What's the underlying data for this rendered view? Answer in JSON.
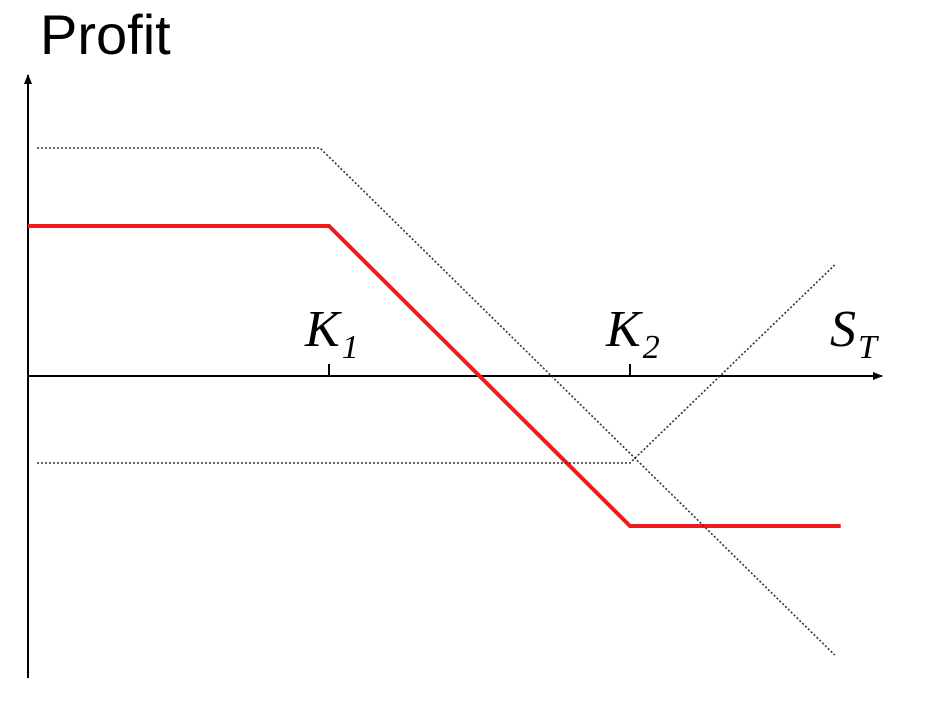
{
  "chart_data": {
    "type": "line",
    "ylabel": "Profit",
    "xlabel": {
      "main": "S",
      "sub": "T"
    },
    "ticks": [
      {
        "main": "K",
        "sub": "1",
        "x": 1
      },
      {
        "main": "K",
        "sub": "2",
        "x": 2
      }
    ],
    "xlim": [
      0,
      2.7
    ],
    "ylim": [
      -1.1,
      1.1
    ],
    "series": [
      {
        "role": "net-payoff",
        "style": "solid",
        "color": "#ee1c1c",
        "x": [
          0,
          1,
          2,
          2.7
        ],
        "y": [
          0.5,
          0.5,
          -0.5,
          -0.5
        ]
      },
      {
        "role": "long-put-payoff",
        "style": "dotted",
        "color": "#333333",
        "x": [
          0.03,
          0.97,
          2.68
        ],
        "y": [
          0.76,
          0.76,
          -0.93
        ]
      },
      {
        "role": "short-call-payoff",
        "style": "dotted",
        "color": "#333333",
        "x": [
          0.03,
          2,
          2.68
        ],
        "y": [
          -0.29,
          -0.29,
          0.37
        ]
      }
    ],
    "colors": {
      "axis": "#000000",
      "main_line": "#ee1c1c",
      "dotted": "#333333"
    }
  }
}
